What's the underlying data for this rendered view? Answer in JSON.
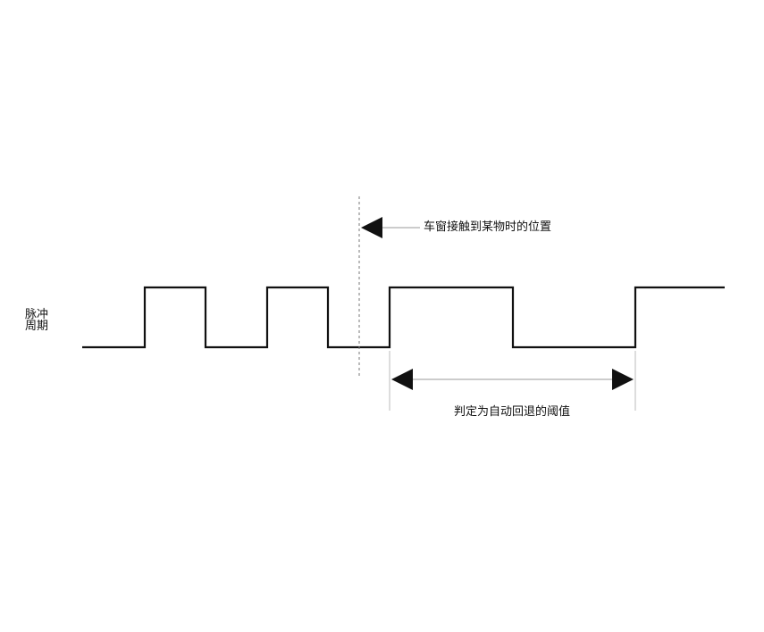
{
  "labels": {
    "pulse_period": "脉冲周期",
    "contact_position": "车窗接触到某物时的位置",
    "auto_reverse_threshold": "判定为自动回退的阈值"
  },
  "colors": {
    "stroke": "#111111",
    "guide": "#888888"
  }
}
